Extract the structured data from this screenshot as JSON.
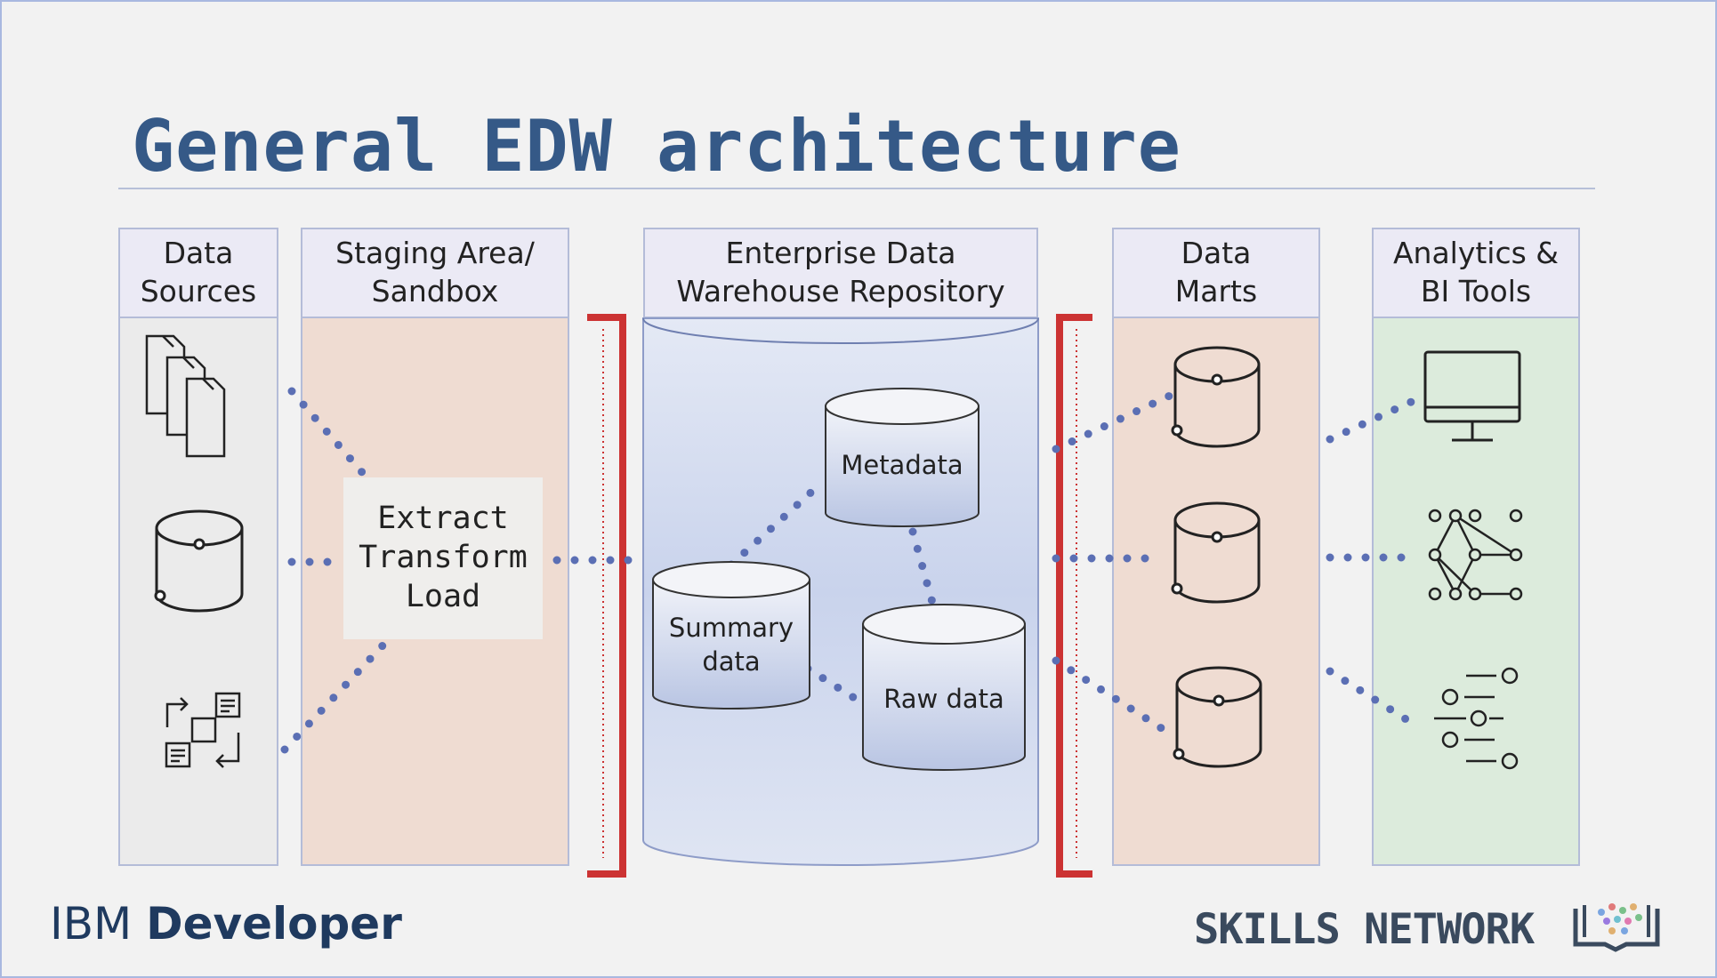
{
  "title": "General EDW architecture",
  "columns": {
    "sources": "Data\nSources",
    "staging": "Staging Area/\nSandbox",
    "edw": "Enterprise Data\nWarehouse Repository",
    "marts": "Data\nMarts",
    "analytics": "Analytics &\nBI Tools"
  },
  "etl": {
    "line1": "Extract",
    "line2": "Transform",
    "line3": "Load"
  },
  "repository": {
    "metadata": "Metadata",
    "summary_line1": "Summary",
    "summary_line2": "data",
    "raw": "Raw data"
  },
  "footer": {
    "brand_regular": "IBM ",
    "brand_bold": "Developer",
    "network": "SKILLS NETWORK"
  },
  "colors": {
    "title": "#355987",
    "dots": "#5b6fb4",
    "barrier": "#cc3333",
    "staging_fill": "#efdcd2",
    "analytics_fill": "#dcebdc",
    "edw_fill": "#c8d3ea"
  }
}
